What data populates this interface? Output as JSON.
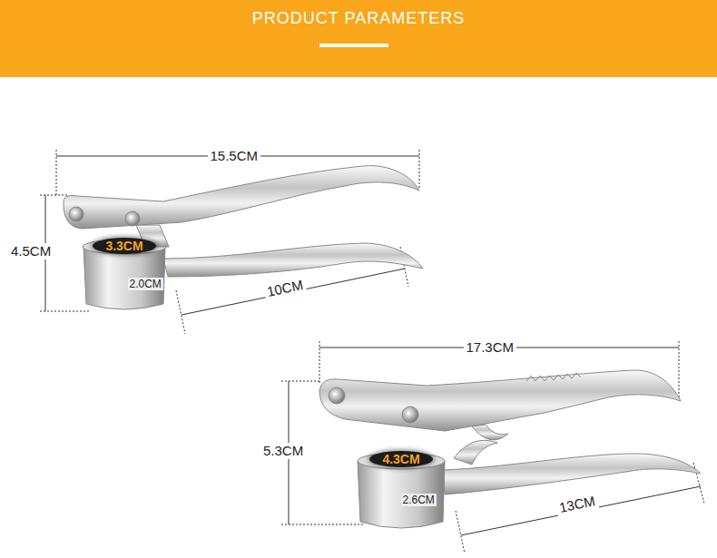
{
  "diagram": {
    "title": "PRODUCT PARAMETERS",
    "nodes": [
      {
        "text": [
          "3.3CM"
        ]
      },
      {
        "text": [
          "4.3CM"
        ]
      }
    ],
    "labels": [
      "15.5CM",
      "4.5CM",
      "2.0CM",
      "10CM",
      "17.3CM",
      "5.3CM",
      "2.6CM",
      "13CM"
    ]
  }
}
